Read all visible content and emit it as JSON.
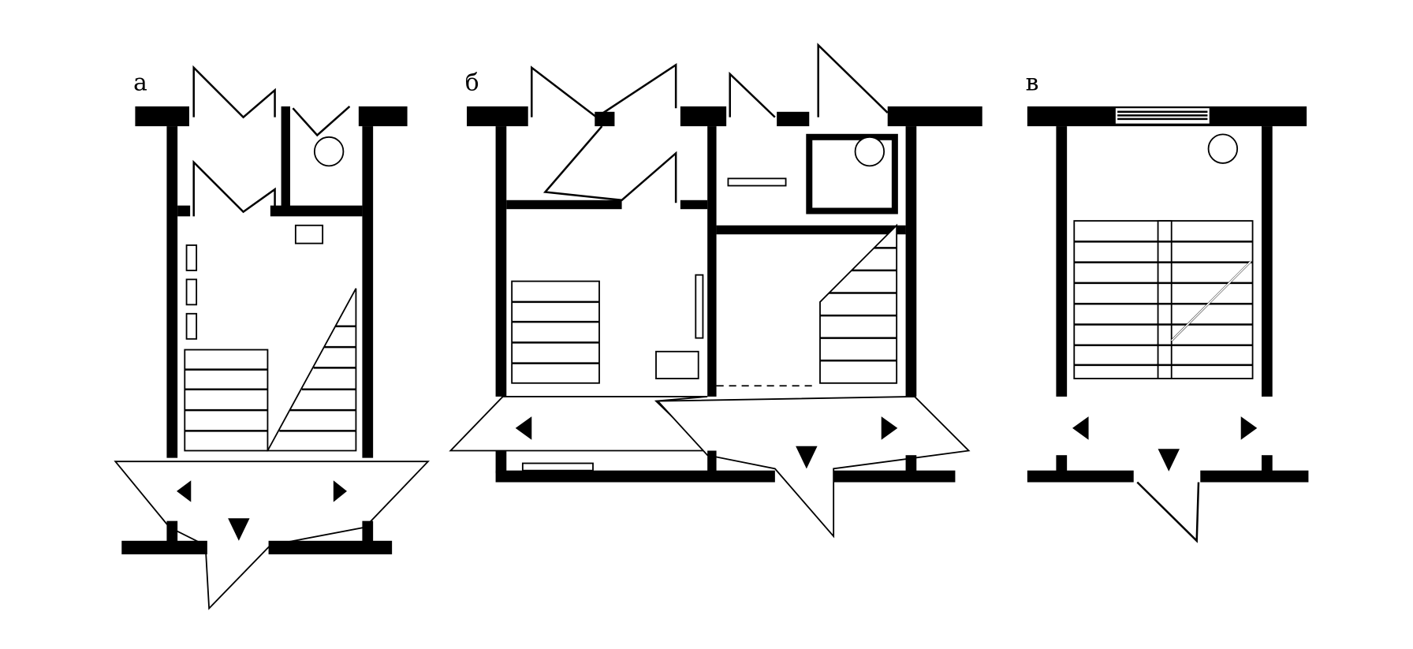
{
  "plans": [
    {
      "label": "а"
    },
    {
      "label": "б"
    },
    {
      "label": "в"
    }
  ],
  "colors": {
    "ink": "#000000",
    "paper": "#ffffff"
  }
}
